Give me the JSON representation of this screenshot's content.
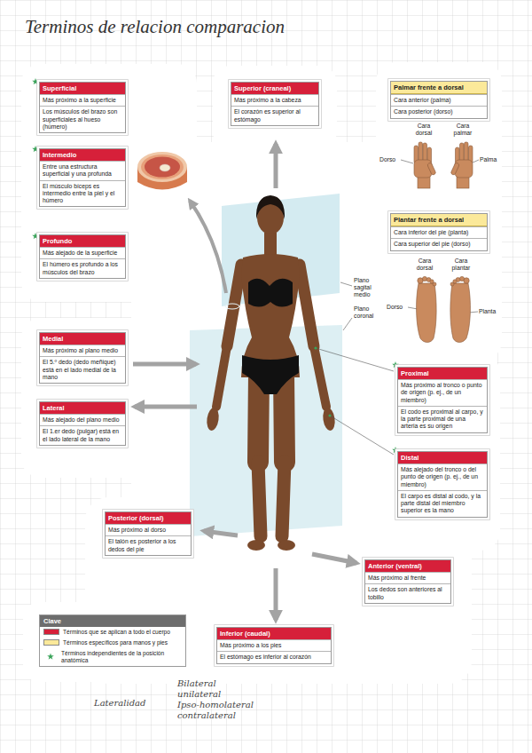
{
  "diagram": {
    "title": "Terminos de relacion comparacion",
    "nodes": [
      {
        "text": [
          "Superficial",
          "Más próximo a la superficie",
          "Los músculos del brazo son superficiales al hueso (húmero)"
        ]
      },
      {
        "text": [
          "Superior (craneal)",
          "Más próximo a la cabeza",
          "El corazón es superior al estómago"
        ]
      },
      {
        "text": [
          "Palmar frente a dorsal",
          "Cara anterior (palma)",
          "Cara posterior (dorso)"
        ]
      },
      {
        "text": [
          "Intermedio",
          "Entre una estructura superficial y una profunda",
          "El músculo bíceps es intermedio entre la piel y el húmero"
        ]
      },
      {
        "text": [
          "Plantar frente a dorsal",
          "Cara inferior del pie (planta)",
          "Cara superior del pie (dorso)"
        ]
      },
      {
        "text": [
          "Profundo",
          "Más alejado de la superficie",
          "El húmero es profundo a los músculos del brazo"
        ]
      },
      {
        "text": [
          "Medial",
          "Más próximo al plano medio",
          "El 5.º dedo (dedo meñique) está en el lado medial de la mano"
        ]
      },
      {
        "text": [
          "Proximal",
          "Más próximo al tronco o punto de origen (p. ej., de un miembro)",
          "El codo es proximal al carpo, y la parte proximal de una arteria es su origen"
        ]
      },
      {
        "text": [
          "Lateral",
          "Más alejado del plano medio",
          "El 1.er dedo (pulgar) está en el lado lateral de la mano"
        ]
      },
      {
        "text": [
          "Distal",
          "Más alejado del tronco o del punto de origen (p. ej., de un miembro)",
          "El carpo es distal al codo, y la parte distal del miembro superior es la mano"
        ]
      },
      {
        "text": [
          "Posterior (dorsal)",
          "Más próximo al dorso",
          "El talón es posterior a los dedos del pie"
        ]
      },
      {
        "text": [
          "Anterior (ventral)",
          "Más próximo al frente",
          "Los dedos son anteriores al tobillo"
        ]
      },
      {
        "text": [
          "Inferior (caudal)",
          "Más próximo a los pies",
          "El estómago es inferior al corazón"
        ]
      }
    ],
    "labels": [
      "Cara dorsal",
      "Cara palmar",
      "Dorso",
      "Palma",
      "Cara dorsal",
      "Cara plantar",
      "Dorso",
      "Planta",
      "Plano sagital medio",
      "Plano coronal",
      "Clave",
      "Bilateral",
      "unilateral",
      "Lateralidad",
      "Ipso-homolateral",
      "contralateral"
    ],
    "legend": [
      {
        "text": "Términos que se aplican a todo el cuerpo",
        "color": "#d6203a"
      },
      {
        "text": "Términos específicos para manos y pies",
        "color": "#fbe99a"
      },
      {
        "text": "Términos independientes de la posición anatómica"
      }
    ]
  }
}
